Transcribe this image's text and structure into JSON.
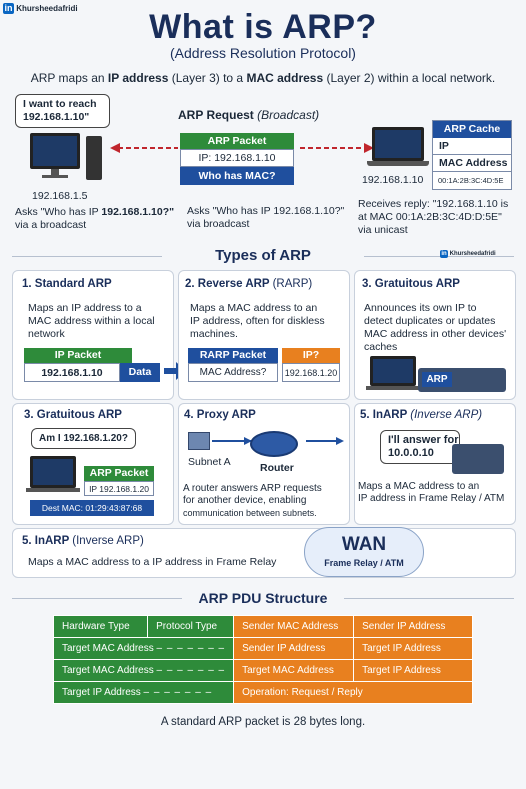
{
  "watermark": {
    "top": "Khursheedafridi",
    "mid": "Khursheedafridi"
  },
  "header": {
    "title": "What is ARP?",
    "subtitle": "(Address Resolution Protocol)",
    "desc_pre": "ARP maps an ",
    "desc_ip": "IP address",
    "desc_mid": " (Layer 3) to a ",
    "desc_mac": "MAC address",
    "desc_post": " (Layer 2) within a local network."
  },
  "request": {
    "title": "ARP Request",
    "title_note": "(Broadcast)",
    "packet_label": "ARP Packet",
    "packet_ip": "IP: 192.168.1.10",
    "packet_q": "Who has MAC?",
    "bubble": "I want to reach\n192.168.1.10\"",
    "left_ip": "192.168.1.5",
    "left_desc_pre": "Asks \"Who has IP ",
    "left_desc_ip": "192.168.1.10?\"",
    "left_desc_post": "via a broadcast",
    "mid_desc": "Asks \"Who has IP 192.168.1.10?\"",
    "mid_desc2": "via broadcast",
    "right_ip": "192.168.1.10",
    "cache_title": "ARP Cache",
    "cache_ip": "IP",
    "cache_mac": "MAC Address",
    "cache_val": "00:1A:2B:3C:4D:5E",
    "right_desc1": "Receives reply: \"192.168.1.10 is",
    "right_desc2": "at MAC 00:1A:2B:3C:4D:D:5E\"",
    "right_desc3": "via unicast"
  },
  "types_title": "Types of ARP",
  "types": {
    "standard": {
      "title": "1. Standard ARP",
      "desc": [
        "Maps an IP address to a",
        "MAC address within a local",
        "network"
      ],
      "pkt_label": "IP Packet",
      "pkt_ip": "192.168.1.10",
      "pkt_data": "Data"
    },
    "reverse": {
      "title_a": "2. Reverse ARP",
      "title_b": "(RARP)",
      "desc": [
        "Maps a MAC address to an",
        "IP address, often for diskless",
        "machines."
      ],
      "pkt_label": "RARP Packet",
      "pkt_q": "IP?",
      "pkt_mac": "MAC Address?",
      "pkt_ip": "192.168.1.20"
    },
    "gratuitous1": {
      "title": "3. Gratuitous ARP",
      "desc": [
        "Announces its own IP to",
        "detect duplicates or updates",
        "MAC address in other devices'",
        "caches"
      ],
      "device_label": "ARP"
    },
    "gratuitous2": {
      "title": "3. Gratuitous ARP",
      "bubble": "Am I 192.168.1.20?",
      "pkt_label": "ARP Packet",
      "pkt_ip": "IP 192.168.1.20",
      "dest_mac": "Dest MAC: 01:29:43:87:68"
    },
    "proxy": {
      "title": "4. Proxy ARP",
      "subnet": "Subnet A",
      "router": "Router",
      "desc": [
        "A router answers ARP requests",
        "for another device, enabling",
        "communication between subnets."
      ]
    },
    "inarp1": {
      "title_a": "5. InARP",
      "title_b": "(Inverse ARP)",
      "bubble": "I'll answer for\n10.0.0.10",
      "desc": [
        "Maps a MAC address to an",
        "IP address in Frame Relay / ATM"
      ]
    },
    "inarp2": {
      "title_a": "5. InARP",
      "title_b": "(Inverse ARP)",
      "desc": "Maps a MAC address to a IP address in Frame Relay",
      "wan": "WAN",
      "wan_sub": "Frame Relay / ATM"
    }
  },
  "pdu": {
    "title": "ARP PDU Structure",
    "rows": [
      [
        "Hardware Type",
        "Protocol Type",
        "Sender MAC Address",
        "Sender IP Address"
      ],
      [
        "Target MAC Address",
        "",
        "Sender IP Address",
        "Target IP Address"
      ],
      [
        "Target MAC Address",
        "",
        "Target MAC Address",
        "Target IP Address"
      ],
      [
        "Target IP Address",
        "",
        "Operation: Request / Reply",
        ""
      ]
    ],
    "note": "A standard ARP packet is 28 bytes long."
  },
  "colors": {
    "navy": "#1a2e5a",
    "green": "#2e8b3a",
    "blue": "#1f4f9e",
    "orange": "#e8801f",
    "red_arrow": "#c0262d"
  }
}
